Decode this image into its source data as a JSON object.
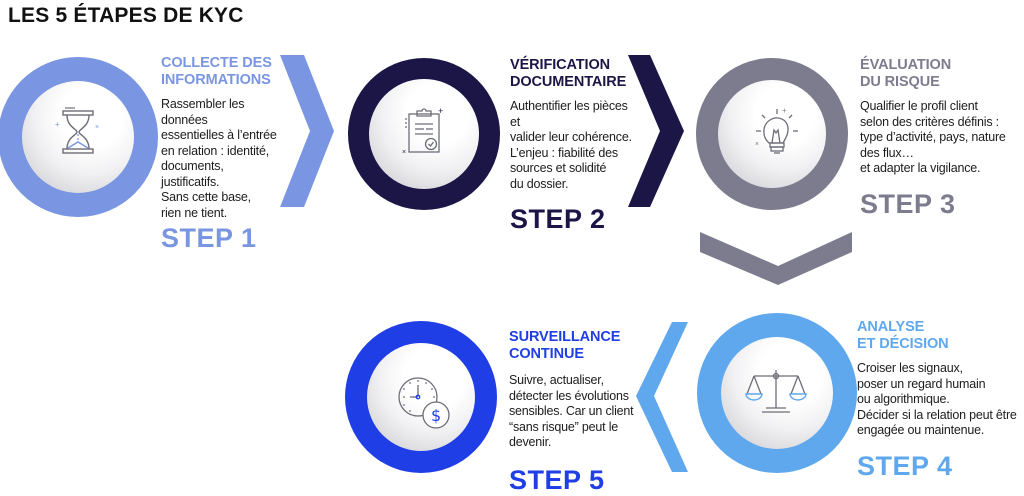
{
  "title": "LES 5 ÉTAPES DE KYC",
  "steps": [
    {
      "number_label": "STEP 1",
      "title": "COLLECTE DES\nINFORMATIONS",
      "description": "Rassembler les données\nessentielles à l’entrée\nen relation : identité,\ndocuments, justificatifs.\nSans cette base,\nrien ne tient.",
      "icon": "hourglass-icon",
      "color": "#7a96e2"
    },
    {
      "number_label": "STEP 2",
      "title": "VÉRIFICATION\nDOCUMENTAIRE",
      "description": "Authentifier les pièces et\nvalider leur cohérence.\nL’enjeu : fiabilité des\nsources et solidité\ndu dossier.",
      "icon": "clipboard-check-icon",
      "color": "#1c1646"
    },
    {
      "number_label": "STEP 3",
      "title": "ÉVALUATION\nDU RISQUE",
      "description": "Qualifier le profil client\nselon des critères définis :\ntype d’activité, pays, nature\ndes flux…\net adapter la vigilance.",
      "icon": "lightbulb-icon",
      "color": "#7d7c8e"
    },
    {
      "number_label": "STEP 4",
      "title": "ANALYSE\nET DÉCISION",
      "description": "Croiser les signaux,\nposer un regard humain\nou algorithmique.\nDécider si la relation peut être\nengagée ou maintenue.",
      "icon": "scales-icon",
      "color": "#5fa8ee"
    },
    {
      "number_label": "STEP 5",
      "title": "SURVEILLANCE\nCONTINUE",
      "description": "Suivre, actualiser,\ndétecter les évolutions\nsensibles. Car un client\n“sans risque” peut le\ndevenir.",
      "icon": "clock-dollar-icon",
      "color": "#1f3ee6"
    }
  ],
  "colors": {
    "step1": "#7a96e2",
    "step2": "#1c1646",
    "step3": "#7d7c8e",
    "step4": "#5fa8ee",
    "step5": "#1f3ee6",
    "text": "#1c1c1c"
  }
}
